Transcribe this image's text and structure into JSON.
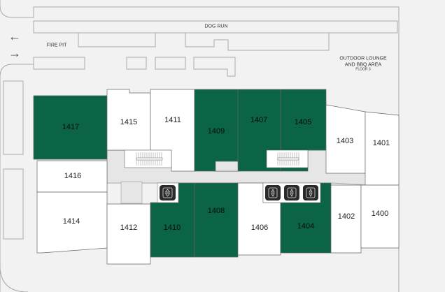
{
  "labels": {
    "dog_run": "DOG RUN",
    "fire_pit": "FIRE PIT",
    "outdoor_lounge_line1": "OUTDOOR LOUNGE",
    "outdoor_lounge_line2": "AND BBQ AREA",
    "floor": "FLOOR 3"
  },
  "arrows": {
    "left": "←",
    "right": "→"
  },
  "colors": {
    "available": "#0b6446",
    "unavailable": "#ffffff",
    "common": "#e6e6e6",
    "background": "#f2f2f2"
  },
  "units": [
    {
      "id": "1417",
      "status": "available"
    },
    {
      "id": "1415",
      "status": "unavailable"
    },
    {
      "id": "1411",
      "status": "unavailable"
    },
    {
      "id": "1409",
      "status": "available"
    },
    {
      "id": "1407",
      "status": "available"
    },
    {
      "id": "1405",
      "status": "available"
    },
    {
      "id": "1403",
      "status": "unavailable"
    },
    {
      "id": "1401",
      "status": "unavailable"
    },
    {
      "id": "1416",
      "status": "unavailable"
    },
    {
      "id": "1414",
      "status": "unavailable"
    },
    {
      "id": "1412",
      "status": "unavailable"
    },
    {
      "id": "1410",
      "status": "available"
    },
    {
      "id": "1408",
      "status": "available"
    },
    {
      "id": "1406",
      "status": "unavailable"
    },
    {
      "id": "1404",
      "status": "available"
    },
    {
      "id": "1402",
      "status": "unavailable"
    },
    {
      "id": "1400",
      "status": "unavailable"
    }
  ]
}
